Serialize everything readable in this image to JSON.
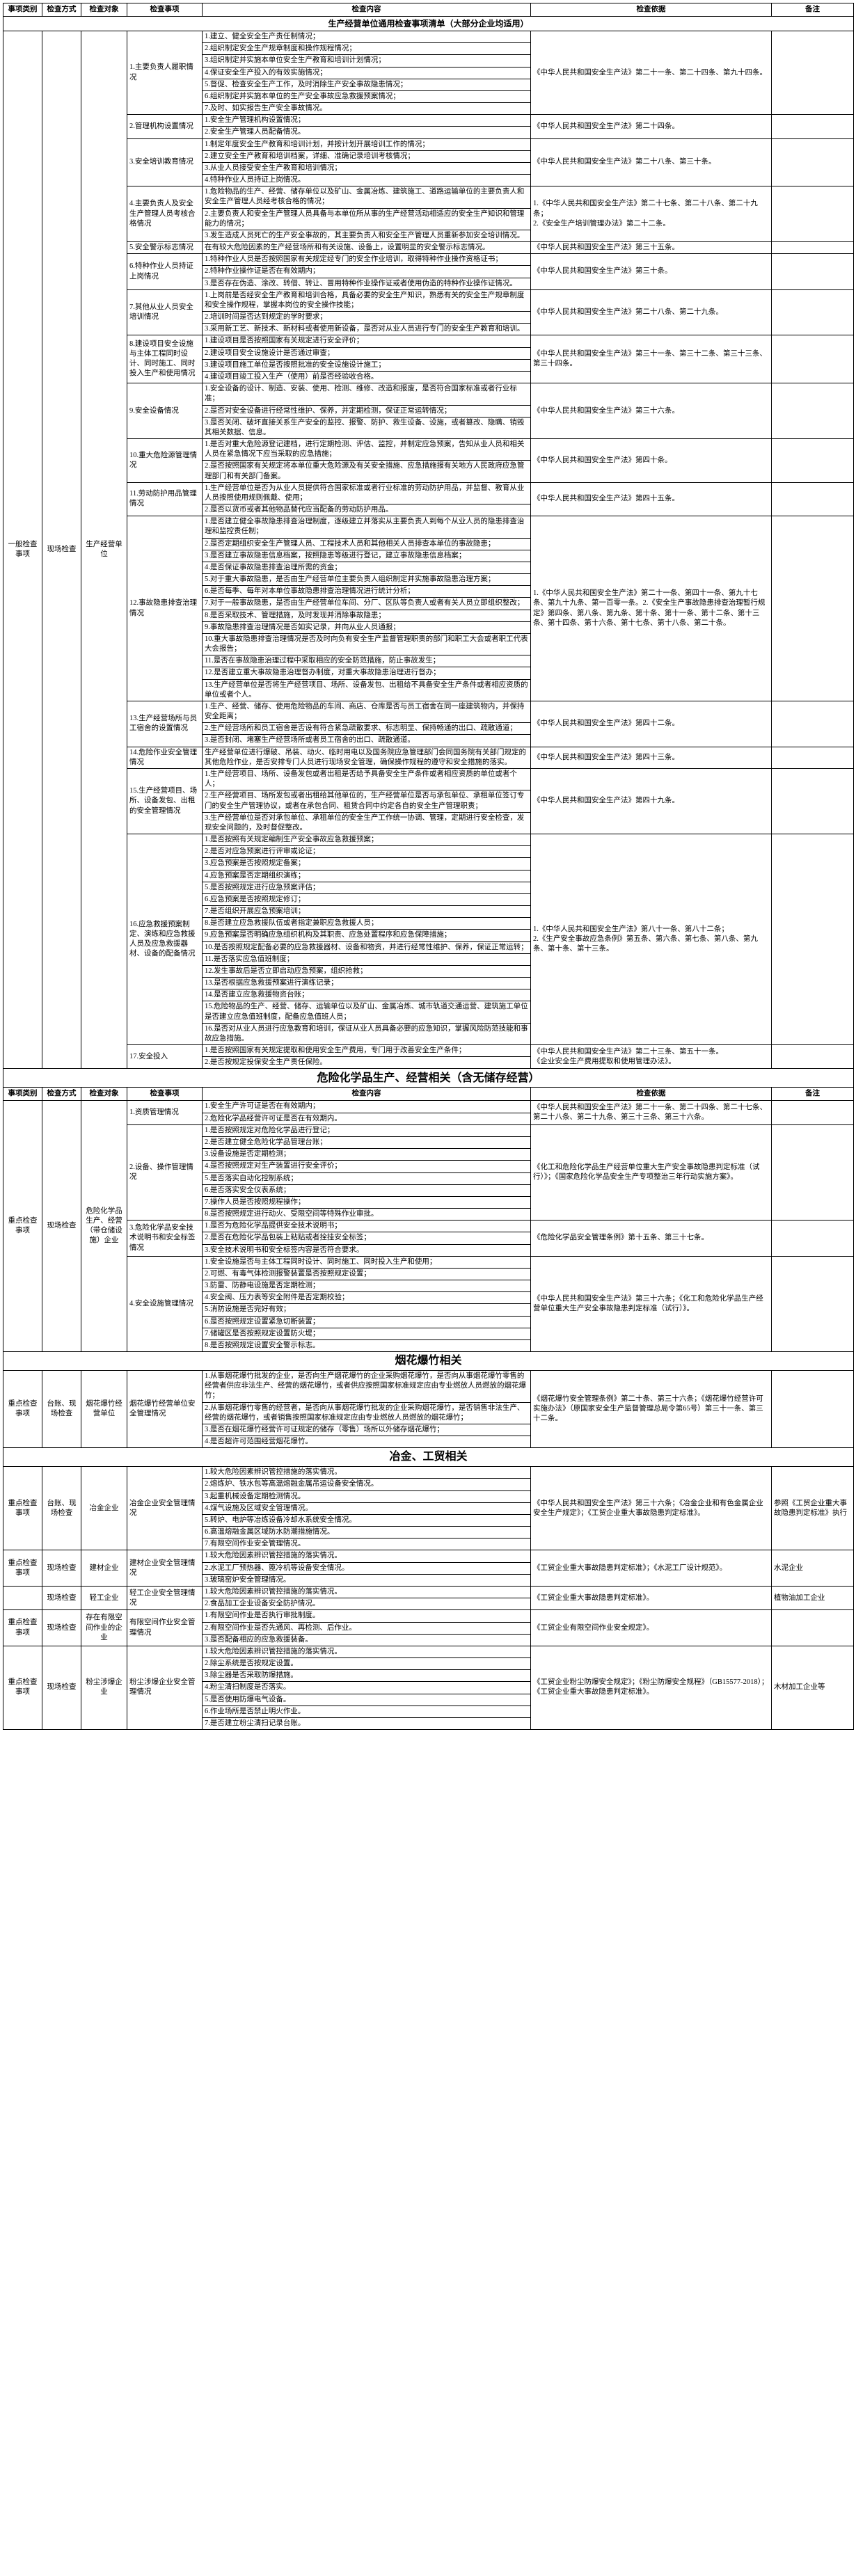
{
  "headers": [
    "事项类别",
    "检查方式",
    "检查对象",
    "检查事项",
    "检查内容",
    "检查依据",
    "备注"
  ],
  "sections": [
    {
      "title": "生产经营单位通用检查事项清单（大部分企业均适用）",
      "title_style": "sub",
      "show_header": false,
      "rows": [
        {
          "cat": "一般检查事项",
          "method": "现场检查",
          "object": "生产经营单位",
          "subject": "1.主要负责人履职情况",
          "items": [
            "1.建立、健全安全生产责任制情况；",
            "2.组织制定安全生产规章制度和操作规程情况；",
            "3.组织制定并实施本单位安全生产教育和培训计划情况；",
            "4.保证安全生产投入的有效实施情况；",
            "5.督促、检查安全生产工作，及时消除生产安全事故隐患情况；",
            "6.组织制定并实施本单位的生产安全事故应急救援预案情况；",
            "7.及时、如实报告生产安全事故情况。"
          ],
          "basis": "《中华人民共和国安全生产法》第二十一条、第二十四条、第九十四条。",
          "note": ""
        },
        {
          "subject": "2.管理机构设置情况",
          "items": [
            "1.安全生产管理机构设置情况；",
            "2.安全生产管理人员配备情况。"
          ],
          "basis": "《中华人民共和国安全生产法》第二十四条。",
          "note": ""
        },
        {
          "subject": "3.安全培训教育情况",
          "items": [
            "1.制定年度安全生产教育和培训计划，并按计划开展培训工作的情况；",
            "2.建立安全生产教育和培训档案，详细、准确记录培训考核情况；",
            "3.从业人员接受安全生产教育和培训情况；",
            "4.特种作业人员持证上岗情况。"
          ],
          "basis": "《中华人民共和国安全生产法》第二十八条、第三十条。",
          "note": ""
        },
        {
          "subject": "4.主要负责人及安全生产管理人员考核合格情况",
          "items": [
            "1.危险物品的生产、经营、储存单位以及矿山、金属冶炼、建筑施工、道路运输单位的主要负责人和安全生产管理人员经考核合格的情况；",
            "2.主要负责人和安全生产管理人员具备与本单位所从事的生产经营活动相适应的安全生产知识和管理能力的情况；",
            "3.发生造成人员死亡的生产安全事故的，其主要负责人和安全生产管理人员重新参加安全培训情况。"
          ],
          "basis": "1.《中华人民共和国安全生产法》第二十七条、第二十八条、第二十九条；<br>2.《安全生产培训管理办法》第二十二条。",
          "note": ""
        },
        {
          "subject": "5.安全警示标志情况",
          "items": [
            "在有较大危险因素的生产经营场所和有关设施、设备上，设置明显的安全警示标志情况。"
          ],
          "basis": "《中华人民共和国安全生产法》第三十五条。",
          "note": ""
        },
        {
          "subject": "6.特种作业人员持证上岗情况",
          "items": [
            "1.特种作业人员是否按照国家有关规定经专门的安全作业培训，取得特种作业操作资格证书；",
            "2.特种作业操作证是否在有效期内；",
            "3.是否存在伪造、涂改、转借、转让、冒用特种作业操作证或者使用伪造的特种作业操作证情况。"
          ],
          "basis": "《中华人民共和国安全生产法》第三十条。",
          "note": ""
        },
        {
          "subject": "7.其他从业人员安全培训情况",
          "items": [
            "1.上岗前是否经安全生产教育和培训合格，具备必要的安全生产知识，熟悉有关的安全生产规章制度和安全操作规程，掌握本岗位的安全操作技能；",
            "2.培训时间是否达到规定的学时要求；",
            "3.采用新工艺、新技术、新材料或者使用新设备，是否对从业人员进行专门的安全生产教育和培训。"
          ],
          "basis": "《中华人民共和国安全生产法》第二十八条、第二十九条。",
          "note": ""
        },
        {
          "subject": "8.建设项目安全设施与主体工程同时设计、同时施工、同时投入生产和使用情况",
          "items": [
            "1.建设项目是否按照国家有关规定进行安全评价；",
            "2.建设项目安全设施设计是否通过审查；",
            "3.建设项目施工单位是否按照批准的安全设施设计施工；",
            "4.建设项目竣工投入生产（使用）前是否经验收合格。"
          ],
          "basis": "《中华人民共和国安全生产法》第三十一条、第三十二条、第三十三条、第三十四条。",
          "note": ""
        },
        {
          "subject": "9.安全设备情况",
          "items": [
            "1.安全设备的设计、制造、安装、使用、检测、维修、改造和报废，是否符合国家标准或者行业标准；",
            "2.是否对安全设备进行经常性维护、保养，并定期检测，保证正常运转情况；",
            "3.是否关闭、破坏直接关系生产安全的监控、报警、防护、救生设备、设施，或者篡改、隐瞒、销毁其相关数据、信息。"
          ],
          "basis": "《中华人民共和国安全生产法》第三十六条。",
          "note": ""
        },
        {
          "subject": "10.重大危险源管理情况",
          "items": [
            "1.是否对重大危险源登记建档，进行定期检测、评估、监控，并制定应急预案，告知从业人员和相关人员在紧急情况下应当采取的应急措施；",
            "2.是否按照国家有关规定将本单位重大危险源及有关安全措施、应急措施报有关地方人民政府应急管理部门和有关部门备案。"
          ],
          "basis": "《中华人民共和国安全生产法》第四十条。",
          "note": ""
        },
        {
          "subject": "11.劳动防护用品管理情况",
          "items": [
            "1.生产经营单位是否为从业人员提供符合国家标准或者行业标准的劳动防护用品，并监督、教育从业人员按照使用规则佩戴、使用；",
            "2.是否以货币或者其他物品替代应当配备的劳动防护用品。"
          ],
          "basis": "《中华人民共和国安全生产法》第四十五条。",
          "note": ""
        },
        {
          "subject": "12.事故隐患排查治理情况",
          "items": [
            "1.是否建立健全事故隐患排查治理制度，逐级建立并落实从主要负责人到每个从业人员的隐患排查治理和监控责任制；",
            "2.是否定期组织安全生产管理人员、工程技术人员和其他相关人员排查本单位的事故隐患；",
            "3.是否建立事故隐患信息档案，按照隐患等级进行登记，建立事故隐患信息档案；",
            "4.是否保证事故隐患排查治理所需的资金；",
            "5.对于重大事故隐患，是否由生产经营单位主要负责人组织制定并实施事故隐患治理方案；",
            "6.是否每季、每年对本单位事故隐患排查治理情况进行统计分析；",
            "7.对于一般事故隐患，是否由生产经营单位车间、分厂、区队等负责人或者有关人员立即组织整改；",
            "8.是否采取技术、管理措施，及时发现并消除事故隐患；",
            "9.事故隐患排查治理情况是否如实记录，并向从业人员通报；",
            "10.重大事故隐患排查治理情况是否及时向负有安全生产监督管理职责的部门和职工大会或者职工代表大会报告；",
            "11.是否在事故隐患治理过程中采取相应的安全防范措施，防止事故发生；",
            "12.是否建立重大事故隐患治理督办制度，对重大事故隐患治理进行督办；",
            "13.生产经营单位是否将生产经营项目、场所、设备发包、出租给不具备安全生产条件或者相应资质的单位或者个人。"
          ],
          "basis": "1.《中华人民共和国安全生产法》第二十一条、第四十一条、第九十七条、第九十九条、第一百零一条。2.《安全生产事故隐患排查治理暂行规定》第四条、第八条、第九条、第十条、第十一条、第十二条、第十三条、第十四条、第十六条、第十七条、第十八条、第二十条。",
          "note": ""
        },
        {
          "subject": "13.生产经营场所与员工宿舍的设置情况",
          "items": [
            "1.生产、经营、储存、使用危险物品的车间、商店、仓库是否与员工宿舍在同一座建筑物内，并保持安全距离；",
            "2.生产经营场所和员工宿舍是否设有符合紧急疏散要求、标志明显、保持畅通的出口、疏散通道；",
            "3.是否封闭、堵塞生产经营场所或者员工宿舍的出口、疏散通道。"
          ],
          "basis": "《中华人民共和国安全生产法》第四十二条。",
          "note": ""
        },
        {
          "subject": "14.危险作业安全管理情况",
          "items": [
            "生产经营单位进行爆破、吊装、动火、临时用电以及国务院应急管理部门会同国务院有关部门规定的其他危险作业，是否安排专门人员进行现场安全管理，确保操作规程的遵守和安全措施的落实。"
          ],
          "basis": "《中华人民共和国安全生产法》第四十三条。",
          "note": ""
        },
        {
          "subject": "15.生产经营项目、场所、设备发包、出租的安全管理情况",
          "items": [
            "1.生产经营项目、场所、设备发包或者出租是否给予具备安全生产条件或者相应资质的单位或者个人；",
            "2.生产经营项目、场所发包或者出租给其他单位的，生产经营单位是否与承包单位、承租单位签订专门的安全生产管理协议，或者在承包合同、租赁合同中约定各自的安全生产管理职责；",
            "3.生产经营单位是否对承包单位、承租单位的安全生产工作统一协调、管理，定期进行安全检查，发现安全问题的，及时督促整改。"
          ],
          "basis": "《中华人民共和国安全生产法》第四十九条。",
          "note": ""
        },
        {
          "subject": "16.应急救援预案制定、演练和应急救援人员及应急救援器材、设备的配备情况",
          "items": [
            "1.是否按照有关规定编制生产安全事故应急救援预案；",
            "2.是否对应急预案进行评审或论证；",
            "3.应急预案是否按照规定备案；",
            "4.应急预案是否定期组织演练；",
            "5.是否按照规定进行应急预案评估；",
            "6.应急预案是否按照规定修订；",
            "7.是否组织开展应急预案培训；",
            "8.是否建立应急救援队伍或者指定兼职应急救援人员；",
            "9.应急预案是否明确应急组织机构及其职责、应急处置程序和应急保障措施；",
            "10.是否按照规定配备必要的应急救援器材、设备和物资，并进行经常性维护、保养，保证正常运转；",
            "11.是否落实应急值班制度；",
            "12.发生事故后是否立即启动应急预案，组织抢救；",
            "13.是否根据应急救援预案进行演练记录；",
            "14.是否建立应急救援物资台账；",
            "15.危险物品的生产、经营、储存、运输单位以及矿山、金属冶炼、城市轨道交通运营、建筑施工单位是否建立应急值班制度，配备应急值班人员；",
            "16.是否对从业人员进行应急教育和培训，保证从业人员具备必要的应急知识，掌握风险防范技能和事故应急措施。"
          ],
          "basis": "1.《中华人民共和国安全生产法》第八十一条、第八十二条；<br>2.《生产安全事故应急条例》第五条、第六条、第七条、第八条、第九条、第十条、第十三条。",
          "note": ""
        },
        {
          "subject": "17.安全投入",
          "items": [
            "1.是否按照国家有关规定提取和使用安全生产费用，专门用于改善安全生产条件；",
            "2.是否按规定投保安全生产责任保险。"
          ],
          "basis": "《中华人民共和国安全生产法》第二十三条、第五十一条。<br>《企业安全生产费用提取和使用管理办法》。",
          "note": ""
        }
      ]
    },
    {
      "title": "危险化学品生产、经营相关（含无储存经营）",
      "title_style": "main",
      "show_header": true,
      "rows": [
        {
          "cat": "重点检查事项",
          "method": "现场检查",
          "object": "危险化学品生产、经营（带仓储设施）企业",
          "subject": "1.资质管理情况",
          "items": [
            "1.安全生产许可证是否在有效期内；",
            "2.危险化学品经营许可证是否在有效期内。"
          ],
          "basis": "《中华人民共和国安全生产法》第二十一条、第二十四条、第二十七条、第二十八条、第二十九条、第三十三条、第三十六条。",
          "note": ""
        },
        {
          "subject": "2.设备、操作管理情况",
          "items": [
            "1.是否按照规定对危险化学品进行登记；",
            "2.是否建立健全危险化学品管理台账；",
            "3.设备设施是否定期检测；",
            "4.是否按照规定对生产装置进行安全评价；",
            "5.是否落实自动化控制系统；",
            "6.是否落实安全仪表系统；",
            "7.操作人员是否按照规程操作；",
            "8.是否按照规定进行动火、受限空间等特殊作业审批。"
          ],
          "basis": "《化工和危险化学品生产经营单位重大生产安全事故隐患判定标准（试行）》；《国家危险化学品安全生产专项整治三年行动实施方案》。",
          "note": ""
        },
        {
          "subject": "3.危险化学品安全技术说明书和安全标签情况",
          "items": [
            "1.是否为危险化学品提供安全技术说明书；",
            "2.是否在危险化学品包装上粘贴或者拴挂安全标签；",
            "3.安全技术说明书和安全标签内容是否符合要求。"
          ],
          "basis": "《危险化学品安全管理条例》第十五条、第三十七条。",
          "note": ""
        },
        {
          "subject": "4.安全设施管理情况",
          "items": [
            "1.安全设施是否与主体工程同时设计、同时施工、同时投入生产和使用；",
            "2.可燃、有毒气体检测报警装置是否按照规定设置；",
            "3.防雷、防静电设施是否定期检测；",
            "4.安全阀、压力表等安全附件是否定期校验；",
            "5.消防设施是否完好有效；",
            "6.是否按照规定设置紧急切断装置；",
            "7.储罐区是否按照规定设置防火堤；",
            "8.是否按照规定设置安全警示标志。"
          ],
          "basis": "《中华人民共和国安全生产法》第三十六条；《化工和危险化学品生产经营单位重大生产安全事故隐患判定标准（试行）》。",
          "note": ""
        }
      ]
    },
    {
      "title": "烟花爆竹相关",
      "title_style": "main",
      "show_header": false,
      "rows": [
        {
          "cat": "重点检查事项",
          "method": "台账、现场检查",
          "object": "烟花爆竹经营单位",
          "subject": "烟花爆竹经营单位安全管理情况",
          "items": [
            "1.从事烟花爆竹批发的企业，是否向生产烟花爆竹的企业采购烟花爆竹，是否向从事烟花爆竹零售的经营者供应非法生产、经营的烟花爆竹，或者供应按照国家标准规定应由专业燃放人员燃放的烟花爆竹；",
            "2.从事烟花爆竹零售的经营者，是否向从事烟花爆竹批发的企业采购烟花爆竹，是否销售非法生产、经营的烟花爆竹，或者销售按照国家标准规定应由专业燃放人员燃放的烟花爆竹；",
            "3.是否在烟花爆竹经营许可证规定的储存（零售）场所以外储存烟花爆竹；",
            "4.是否超许可范围经营烟花爆竹。"
          ],
          "basis": "《烟花爆竹安全管理条例》第二十条、第三十六条；《烟花爆竹经营许可实施办法》（原国家安全生产监督管理总局令第65号）第三十一条、第三十二条。",
          "note": ""
        }
      ]
    },
    {
      "title": "冶金、工贸相关",
      "title_style": "main",
      "show_header": false,
      "rows": [
        {
          "cat": "重点检查事项",
          "method": "台账、现场检查",
          "object": "冶金企业",
          "subject": "冶金企业安全管理情况",
          "items": [
            "1.较大危险因素辨识管控措施的落实情况。",
            "2.熔炼炉、铁水包等高温熔融金属吊运设备安全情况。",
            "3.起重机械设备定期检测情况。",
            "4.煤气设施及区域安全管理情况。",
            "5.转炉、电炉等冶炼设备冷却水系统安全情况。",
            "6.高温熔融金属区域防水防潮措施情况。",
            "7.有限空间作业安全管理情况。"
          ],
          "basis": "《中华人民共和国安全生产法》第三十六条；《冶金企业和有色金属企业安全生产规定》；《工贸企业重大事故隐患判定标准》。",
          "note": "参照《工贸企业重大事故隐患判定标准》执行"
        },
        {
          "cat": "重点检查事项",
          "method": "现场检查",
          "object": "建材企业",
          "subject": "建材企业安全管理情况",
          "items": [
            "1.较大危险因素辨识管控措施的落实情况。",
            "2.水泥工厂预热器、篦冷机等设备安全情况。",
            "3.玻璃窑炉安全管理情况。"
          ],
          "basis": "《工贸企业重大事故隐患判定标准》；《水泥工厂设计规范》。",
          "note": "水泥企业"
        },
        {
          "cat": "",
          "method": "现场检查",
          "object": "轻工企业",
          "subject": "轻工企业安全管理情况",
          "items": [
            "1.较大危险因素辨识管控措施的落实情况。",
            "2.食品加工企业设备安全防护情况。"
          ],
          "basis": "《工贸企业重大事故隐患判定标准》。",
          "note": "植物油加工企业"
        },
        {
          "cat": "重点检查事项",
          "method": "现场检查",
          "object": "存在有限空间作业的企业",
          "subject": "有限空间作业安全管理情况",
          "items": [
            "1.有限空间作业是否执行审批制度。",
            "2.有限空间作业是否先通风、再检测、后作业。",
            "3.是否配备相应的应急救援装备。"
          ],
          "basis": "《工贸企业有限空间作业安全规定》。",
          "note": ""
        },
        {
          "cat": "重点检查事项",
          "method": "现场检查",
          "object": "粉尘涉爆企业",
          "subject": "粉尘涉爆企业安全管理情况",
          "items": [
            "1.较大危险因素辨识管控措施的落实情况。",
            "2.除尘系统是否按规定设置。",
            "3.除尘器是否采取防爆措施。",
            "4.粉尘清扫制度是否落实。",
            "5.是否使用防爆电气设备。",
            "6.作业场所是否禁止明火作业。",
            "7.是否建立粉尘清扫记录台账。"
          ],
          "basis": "《工贸企业粉尘防爆安全规定》；《粉尘防爆安全规程》（GB15577-2018）；《工贸企业重大事故隐患判定标准》。",
          "note": "木材加工企业等"
        }
      ]
    }
  ]
}
